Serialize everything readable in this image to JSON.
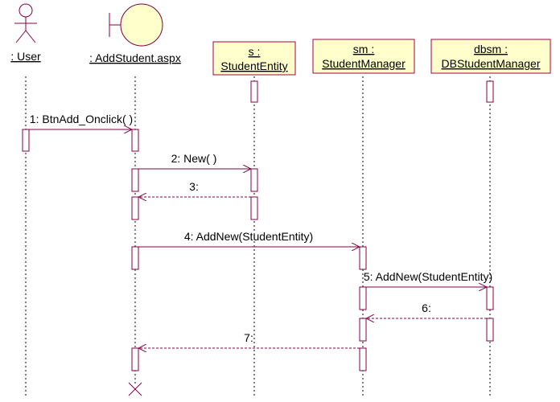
{
  "diagram": {
    "participants": [
      {
        "id": "user",
        "kind": "actor",
        "label": ": User"
      },
      {
        "id": "addstudent",
        "kind": "boundary",
        "label": ": AddStudent.aspx"
      },
      {
        "id": "s",
        "kind": "object",
        "name": "s :",
        "type": "StudentEntity"
      },
      {
        "id": "sm",
        "kind": "object",
        "name": "sm :",
        "type": "StudentManager"
      },
      {
        "id": "dbsm",
        "kind": "object",
        "name": "dbsm :",
        "type": "DBStudentManager"
      }
    ],
    "messages": [
      {
        "n": "1",
        "label": "1: BtnAdd_Onclick( )",
        "from": "user",
        "to": "addstudent",
        "kind": "call"
      },
      {
        "n": "2",
        "label": "2: New( )",
        "from": "addstudent",
        "to": "s",
        "kind": "call"
      },
      {
        "n": "3",
        "label": "3:",
        "from": "s",
        "to": "addstudent",
        "kind": "return"
      },
      {
        "n": "4",
        "label": "4: AddNew(StudentEntity)",
        "from": "addstudent",
        "to": "sm",
        "kind": "call"
      },
      {
        "n": "5",
        "label": "5: AddNew(StudentEntity)",
        "from": "sm",
        "to": "dbsm",
        "kind": "call"
      },
      {
        "n": "6",
        "label": "6:",
        "from": "dbsm",
        "to": "sm",
        "kind": "return"
      },
      {
        "n": "7",
        "label": "7:",
        "from": "sm",
        "to": "addstudent",
        "kind": "return"
      }
    ],
    "colors": {
      "line": "#800040",
      "lifeline": "#000000",
      "box_fill": "#ffffcc",
      "box_border": "#a00040",
      "activation_fill": "#ffffff",
      "text": "#000000"
    }
  }
}
